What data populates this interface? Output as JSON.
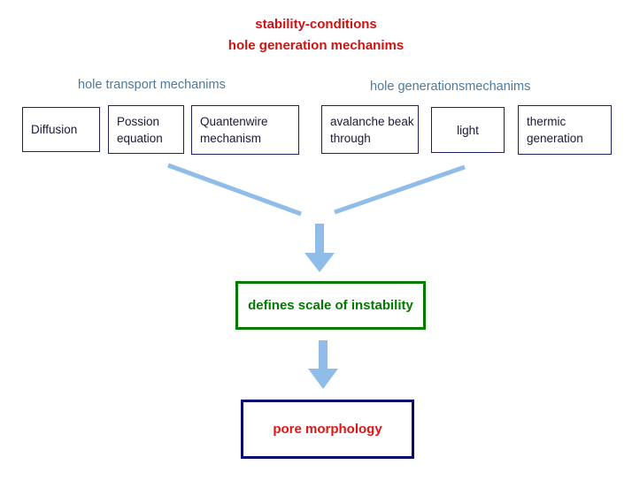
{
  "title": {
    "line1": "stability-conditions",
    "line2": "hole generation mechanims"
  },
  "left_group": {
    "heading": "hole transport mechanims",
    "boxes": [
      {
        "label": "Diffusion"
      },
      {
        "label": "Possion equation"
      },
      {
        "label": "Quantenwire mechanism"
      }
    ]
  },
  "right_group": {
    "heading": "hole generationsmechanims",
    "boxes": [
      {
        "label": "avalanche beak through"
      },
      {
        "label": "light"
      },
      {
        "label": "thermic generation"
      }
    ]
  },
  "instability_box": {
    "label": "defines scale of instability"
  },
  "morphology_box": {
    "label": "pore morphology"
  },
  "colors": {
    "title_red": "#cf1212",
    "heading_blue": "#4d7a9e",
    "box_border_navy": "#20205c",
    "box_text_navy": "#1a1a38",
    "instability_green": "#007a00",
    "morphology_border_navy": "#0a0a6e",
    "morphology_text_red": "#e01515",
    "arrow_blue": "#8fbce8"
  }
}
